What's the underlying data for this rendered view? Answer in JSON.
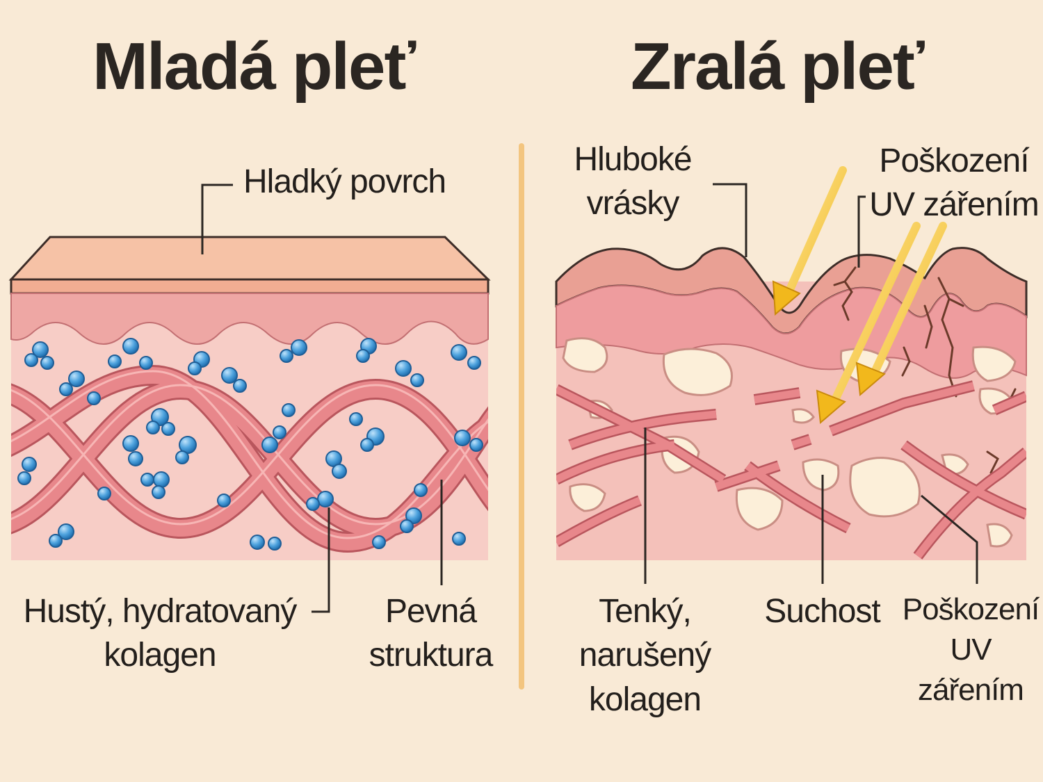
{
  "left_panel": {
    "title": "Mladá pleť",
    "labels": {
      "surface": "Hladký povrch",
      "collagen_line1": "Hustý, hydratovaný",
      "collagen_line2": "kolagen",
      "structure_line1": "Pevná",
      "structure_line2": "struktura"
    }
  },
  "right_panel": {
    "title": "Zralá pleť",
    "labels": {
      "wrinkles_line1": "Hluboké",
      "wrinkles_line2": "vrásky",
      "uv_top_line1": "Poškození",
      "uv_top_line2": "UV zářením",
      "collagen_line1": "Tenký,",
      "collagen_line2": "narušený",
      "collagen_line3": "kolagen",
      "dryness": "Suchost",
      "uv_bottom_line1": "Poškození",
      "uv_bottom_line2": "UV",
      "uv_bottom_line3": "zářením"
    }
  },
  "colors": {
    "background": "#f9ead6",
    "divider": "#f3c57f",
    "epidermis": "#f4b598",
    "dermis": "#f1b3ae",
    "collagen": "#e67f85",
    "water": "#4fa3de",
    "uv_ray": "#f2b81c"
  }
}
